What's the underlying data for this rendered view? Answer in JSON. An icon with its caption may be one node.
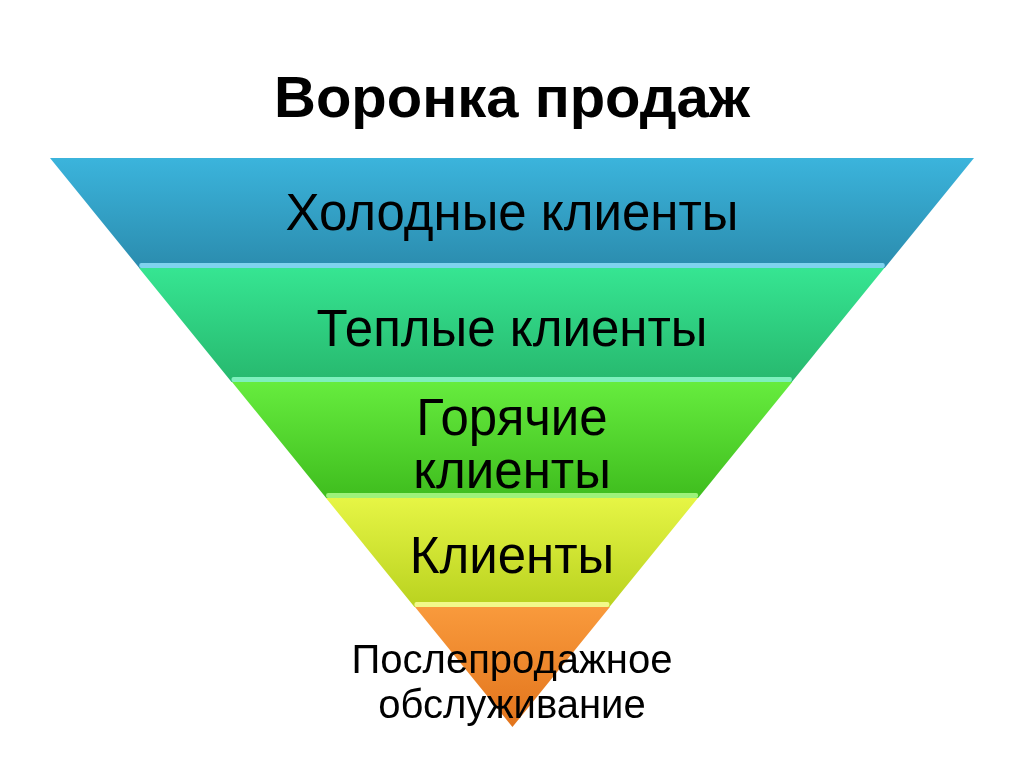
{
  "diagram": {
    "title": "Воронка продаж",
    "nodes": [
      {
        "text": [
          "Холодные клиенты"
        ]
      },
      {
        "text": [
          "Теплые клиенты"
        ]
      },
      {
        "text": [
          "Горячие клиенты"
        ]
      },
      {
        "text": [
          "Клиенты"
        ]
      },
      {
        "text": [
          "Послепродажное обслуживание"
        ]
      }
    ]
  }
}
